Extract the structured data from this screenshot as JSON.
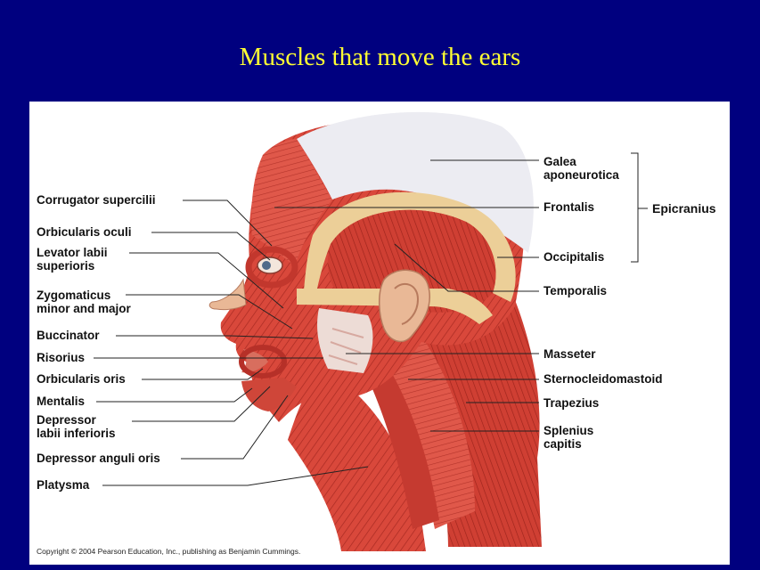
{
  "slide": {
    "title": "Muscles that move the ears"
  },
  "figure": {
    "labels_left": {
      "corrugator": "Corrugator supercilii",
      "orbicularis_oculi": "Orbicularis oculi",
      "levator_1": "Levator labii",
      "levator_2": "superioris",
      "zygomaticus_1": "Zygomaticus",
      "zygomaticus_2": "minor and major",
      "buccinator": "Buccinator",
      "risorius": "Risorius",
      "orbicularis_oris": "Orbicularis oris",
      "mentalis": "Mentalis",
      "depressor_labii_1": "Depressor",
      "depressor_labii_2": "labii inferioris",
      "depressor_anguli": "Depressor anguli oris",
      "platysma": "Platysma"
    },
    "labels_right": {
      "galea_1": "Galea",
      "galea_2": "aponeurotica",
      "frontalis": "Frontalis",
      "occipitalis": "Occipitalis",
      "temporalis": "Temporalis",
      "masseter": "Masseter",
      "sternocleidomastoid": "Sternocleidomastoid",
      "trapezius": "Trapezius",
      "splenius_1": "Splenius",
      "splenius_2": "capitis"
    },
    "group_label": "Epicranius",
    "copyright": "Copyright © 2004 Pearson Education, Inc., publishing as Benjamin Cummings."
  },
  "colors": {
    "background": "#00007f",
    "title": "#ffff33",
    "muscle": "#d9483b",
    "muscle_dark": "#b52f26",
    "tendon": "#eccf98",
    "galea": "#e9e9ee"
  }
}
